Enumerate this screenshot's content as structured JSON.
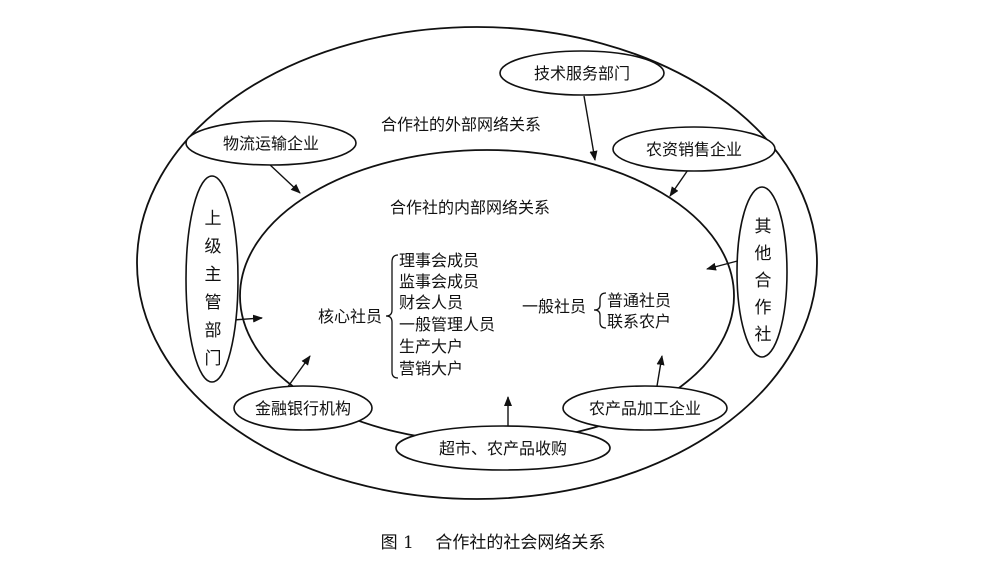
{
  "diagram": {
    "outer_label": "合作社的外部网络关系",
    "inner_label": "合作社的内部网络关系",
    "core_members": {
      "label": "核心社员",
      "items": [
        "理事会成员",
        "监事会成员",
        "财会人员",
        "一般管理人员",
        "生产大户",
        "营销大户"
      ]
    },
    "general_members": {
      "label": "一般社员",
      "items": [
        "普通社员",
        "联系农户"
      ]
    },
    "external_nodes": {
      "tech": "技术服务部门",
      "logistics": "物流运输企业",
      "agri_sales": "农资销售企业",
      "superior": "上级主管部门",
      "other_coop": "其他合作社",
      "finance": "金融银行机构",
      "processing": "农产品加工企业",
      "market": "超市、农产品收购"
    }
  },
  "caption": {
    "figure_no": "图 1",
    "title": "合作社的社会网络关系"
  }
}
